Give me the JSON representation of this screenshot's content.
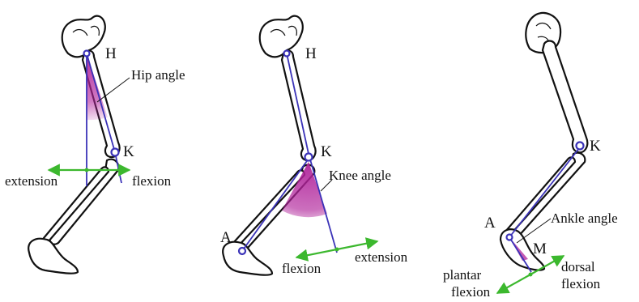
{
  "panels": [
    {
      "id": "hip",
      "labels": {
        "hip_joint": "H",
        "knee_joint": "K",
        "angle": "Hip angle",
        "left_dir": "extension",
        "right_dir": "flexion"
      }
    },
    {
      "id": "knee",
      "labels": {
        "hip_joint": "H",
        "knee_joint": "K",
        "ankle_joint": "A",
        "angle": "Knee angle",
        "left_dir": "flexion",
        "right_dir": "extension"
      }
    },
    {
      "id": "ankle",
      "labels": {
        "knee_joint": "K",
        "ankle_joint": "A",
        "metatarsal": "M",
        "angle": "Ankle angle",
        "plantar_1": "plantar",
        "plantar_2": "flexion",
        "dorsal_1": "dorsal",
        "dorsal_2": "flexion"
      }
    }
  ],
  "colors": {
    "segment_line": "#3b33b8",
    "direction_arrow": "#3cb82e",
    "angle_fill": "#b0229a"
  }
}
